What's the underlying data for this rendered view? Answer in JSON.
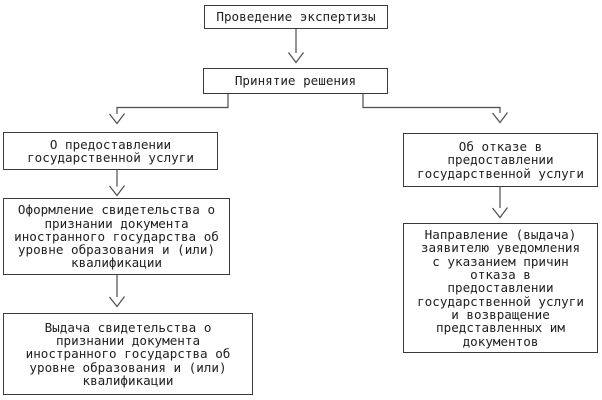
{
  "diagram": {
    "type": "flowchart",
    "language": "ru",
    "colors": {
      "background": "#ffffff",
      "node_fill": "#ffffff",
      "node_border": "#3a3a3a",
      "text": "#1f1f1f",
      "connector": "#4d4d4d"
    },
    "nodes": [
      {
        "id": "expertise",
        "label": "Проведение экспертизы"
      },
      {
        "id": "decision",
        "label": "Принятие решения"
      },
      {
        "id": "grant",
        "label": "О предоставлении\nгосударственной услуги"
      },
      {
        "id": "refusal",
        "label": "Об отказе в\nпредоставлении\nгосударственной услуги"
      },
      {
        "id": "certificate-preparation",
        "label": "Оформление свидетельства о\nпризнании документа\nиностранного государства об\nуровне образования и (или)\nквалификации"
      },
      {
        "id": "certificate-issue",
        "label": "Выдача свидетельства о\nпризнании документа\nиностранного государства об\nуровне образования и (или)\nквалификации"
      },
      {
        "id": "refusal-notification",
        "label": "Направление (выдача)\nзаявителю уведомления\nс указанием причин\nотказа в\nпредоставлении\nгосударственной услуги\nи возвращение\nпредставленных им\nдокументов"
      }
    ],
    "edges": [
      {
        "from": "expertise",
        "to": "decision"
      },
      {
        "from": "decision",
        "to": "grant"
      },
      {
        "from": "decision",
        "to": "refusal"
      },
      {
        "from": "grant",
        "to": "certificate-preparation"
      },
      {
        "from": "certificate-preparation",
        "to": "certificate-issue"
      },
      {
        "from": "refusal",
        "to": "refusal-notification"
      }
    ]
  }
}
